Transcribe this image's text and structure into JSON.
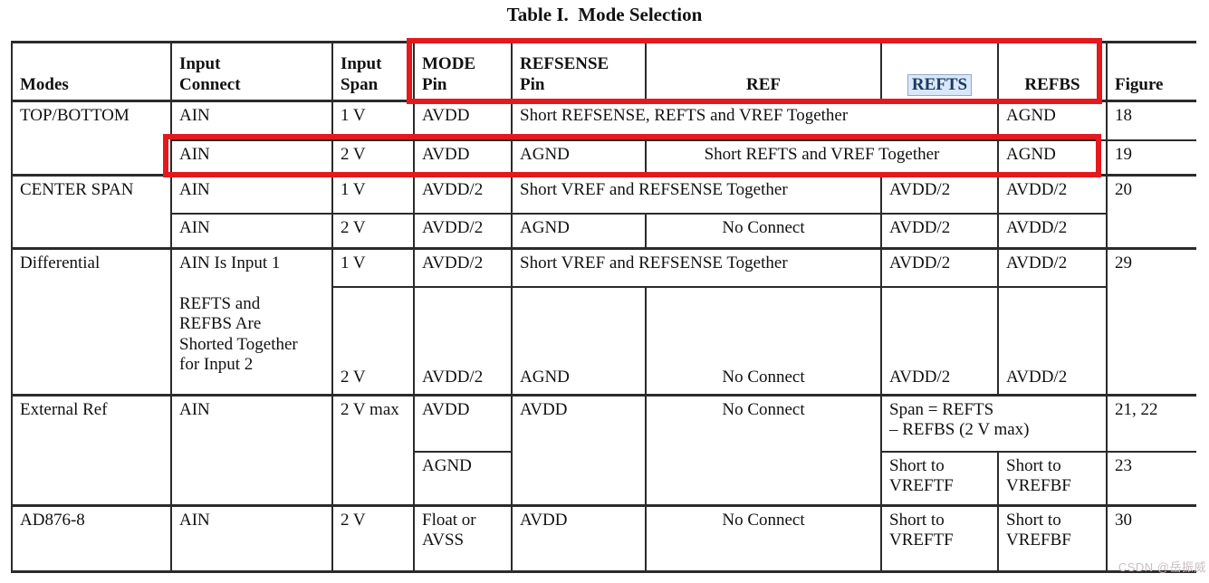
{
  "colors": {
    "annotation_red": "#e4191d",
    "highlight_bg": "#d9e7fa",
    "highlight_border": "#90a9c9",
    "highlight_text": "#1d3a62",
    "watermark": "#c9bfc2",
    "table_line": "#2b2b2b"
  },
  "title": "Table I.  Mode Selection",
  "watermark": "CSDN @岳振威",
  "header": {
    "modes": "Modes",
    "input_connect": "Input\nConnect",
    "input_span": "Input\nSpan",
    "mode_pin": "MODE\nPin",
    "refsense_pin": "REFSENSE\nPin",
    "ref": "REF",
    "refts": "REFTS",
    "refbs": "REFBS",
    "figure": "Figure"
  },
  "rows": {
    "tb": {
      "mode": "TOP/BOTTOM",
      "r1": {
        "connect": "AIN",
        "span": "1 V",
        "mode_pin": "AVDD",
        "ref_merge": "Short REFSENSE, REFTS and VREF Together",
        "refbs": "AGND",
        "figure": "18"
      },
      "r2": {
        "connect": "AIN",
        "span": "2 V",
        "mode_pin": "AVDD",
        "refsense": "AGND",
        "ref_merge": "Short REFTS and VREF Together",
        "refbs": "AGND",
        "figure": "19"
      }
    },
    "cs": {
      "mode": "CENTER SPAN",
      "r1": {
        "connect": "AIN",
        "span": "1 V",
        "mode_pin": "AVDD/2",
        "ref_merge": "Short VREF and REFSENSE Together",
        "refts": "AVDD/2",
        "refbs": "AVDD/2",
        "figure": "20"
      },
      "r2": {
        "connect": "AIN",
        "span": "2 V",
        "mode_pin": "AVDD/2",
        "refsense": "AGND",
        "ref": "No Connect",
        "refts": "AVDD/2",
        "refbs": "AVDD/2"
      }
    },
    "diff": {
      "mode": "Differential",
      "connect": "AIN Is Input 1\n\nREFTS and\nREFBS Are\nShorted Together\nfor Input 2",
      "r1": {
        "span": "1 V",
        "mode_pin": "AVDD/2",
        "ref_merge": "Short VREF and REFSENSE Together",
        "refts": "AVDD/2",
        "refbs": "AVDD/2",
        "figure": "29"
      },
      "r2": {
        "span": "2 V",
        "mode_pin": "AVDD/2",
        "refsense": "AGND",
        "ref": "No Connect",
        "refts": "AVDD/2",
        "refbs": "AVDD/2"
      }
    },
    "er": {
      "mode": "External Ref",
      "connect": "AIN",
      "span": "2 V max",
      "refsense": "AVDD",
      "ref": "No Connect",
      "r1": {
        "mode_pin": "AVDD",
        "span_merge": "Span = REFTS\n– REFBS (2 V max)",
        "figure": "21, 22"
      },
      "r2": {
        "mode_pin": "AGND",
        "refts": "Short to\nVREFTF",
        "refbs": "Short to\nVREFBF",
        "figure": "23"
      }
    },
    "ad": {
      "mode": "AD876-8",
      "connect": "AIN",
      "span": "2 V",
      "mode_pin": "Float or\nAVSS",
      "refsense": "AVDD",
      "ref": "No Connect",
      "refts": "Short to\nVREFTF",
      "refbs": "Short to\nVREFBF",
      "figure": "30"
    }
  }
}
